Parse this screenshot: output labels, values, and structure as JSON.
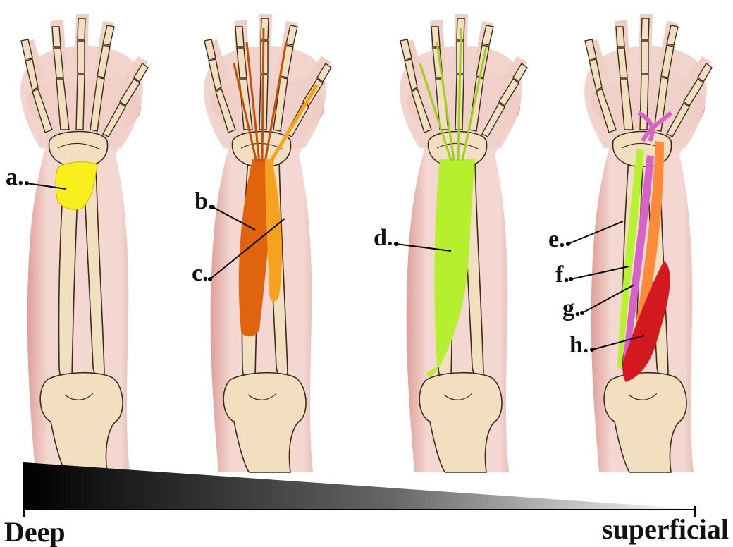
{
  "labels": {
    "a": "a.",
    "b": "b.",
    "c": "c.",
    "d": "d.",
    "e": "e.",
    "f": "f.",
    "g": "g.",
    "h": "h."
  },
  "scale": {
    "left": "Deep",
    "right": "superficial"
  },
  "colors": {
    "skin": "#e9c2b8",
    "muscle_skin": "#d79a92",
    "bone": "#f2dfbf",
    "bone_outline": "#3a2a1c",
    "a_yellow": "#f9ef1c",
    "b_dark_orange": "#e0640e",
    "c_orange": "#f5a21e",
    "d_green": "#b6ef2e",
    "e_green": "#b8f032",
    "f_magenta": "#d663c8",
    "g_orange": "#ff8a3a",
    "h_red": "#d41820"
  },
  "icons": [
    "forearm-skeleton-icon"
  ]
}
